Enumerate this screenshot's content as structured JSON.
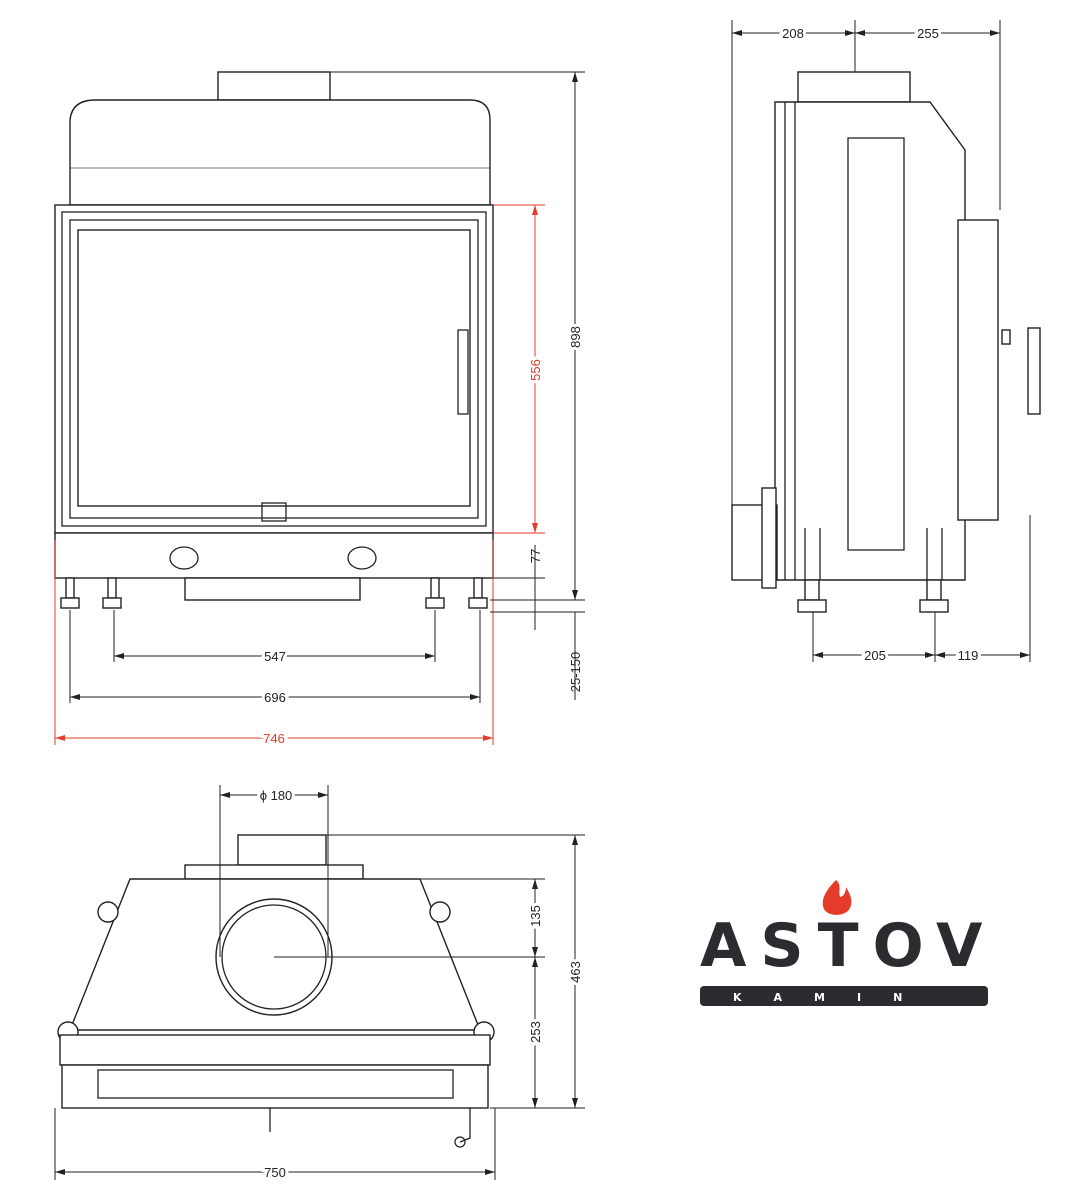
{
  "front_view": {
    "dims": {
      "height_total": "898",
      "glass_height": "556",
      "base_height": "77",
      "leg_adjust": "25-150",
      "legs_inner": "547",
      "legs_outer": "696",
      "width_total": "746"
    }
  },
  "side_view": {
    "dims": {
      "top_front": "208",
      "top_back": "255",
      "legs_depth": "205",
      "back_offset": "119"
    }
  },
  "top_view": {
    "dims": {
      "flue_diameter": "ϕ 180",
      "width": "750",
      "depth": "463",
      "flue_back": "135",
      "flue_front": "253"
    }
  },
  "logo": {
    "brand": "ASTOV",
    "subtitle": "KAMIN",
    "colors": {
      "text": "#2b2b30",
      "flame": "#e53b2a"
    }
  }
}
